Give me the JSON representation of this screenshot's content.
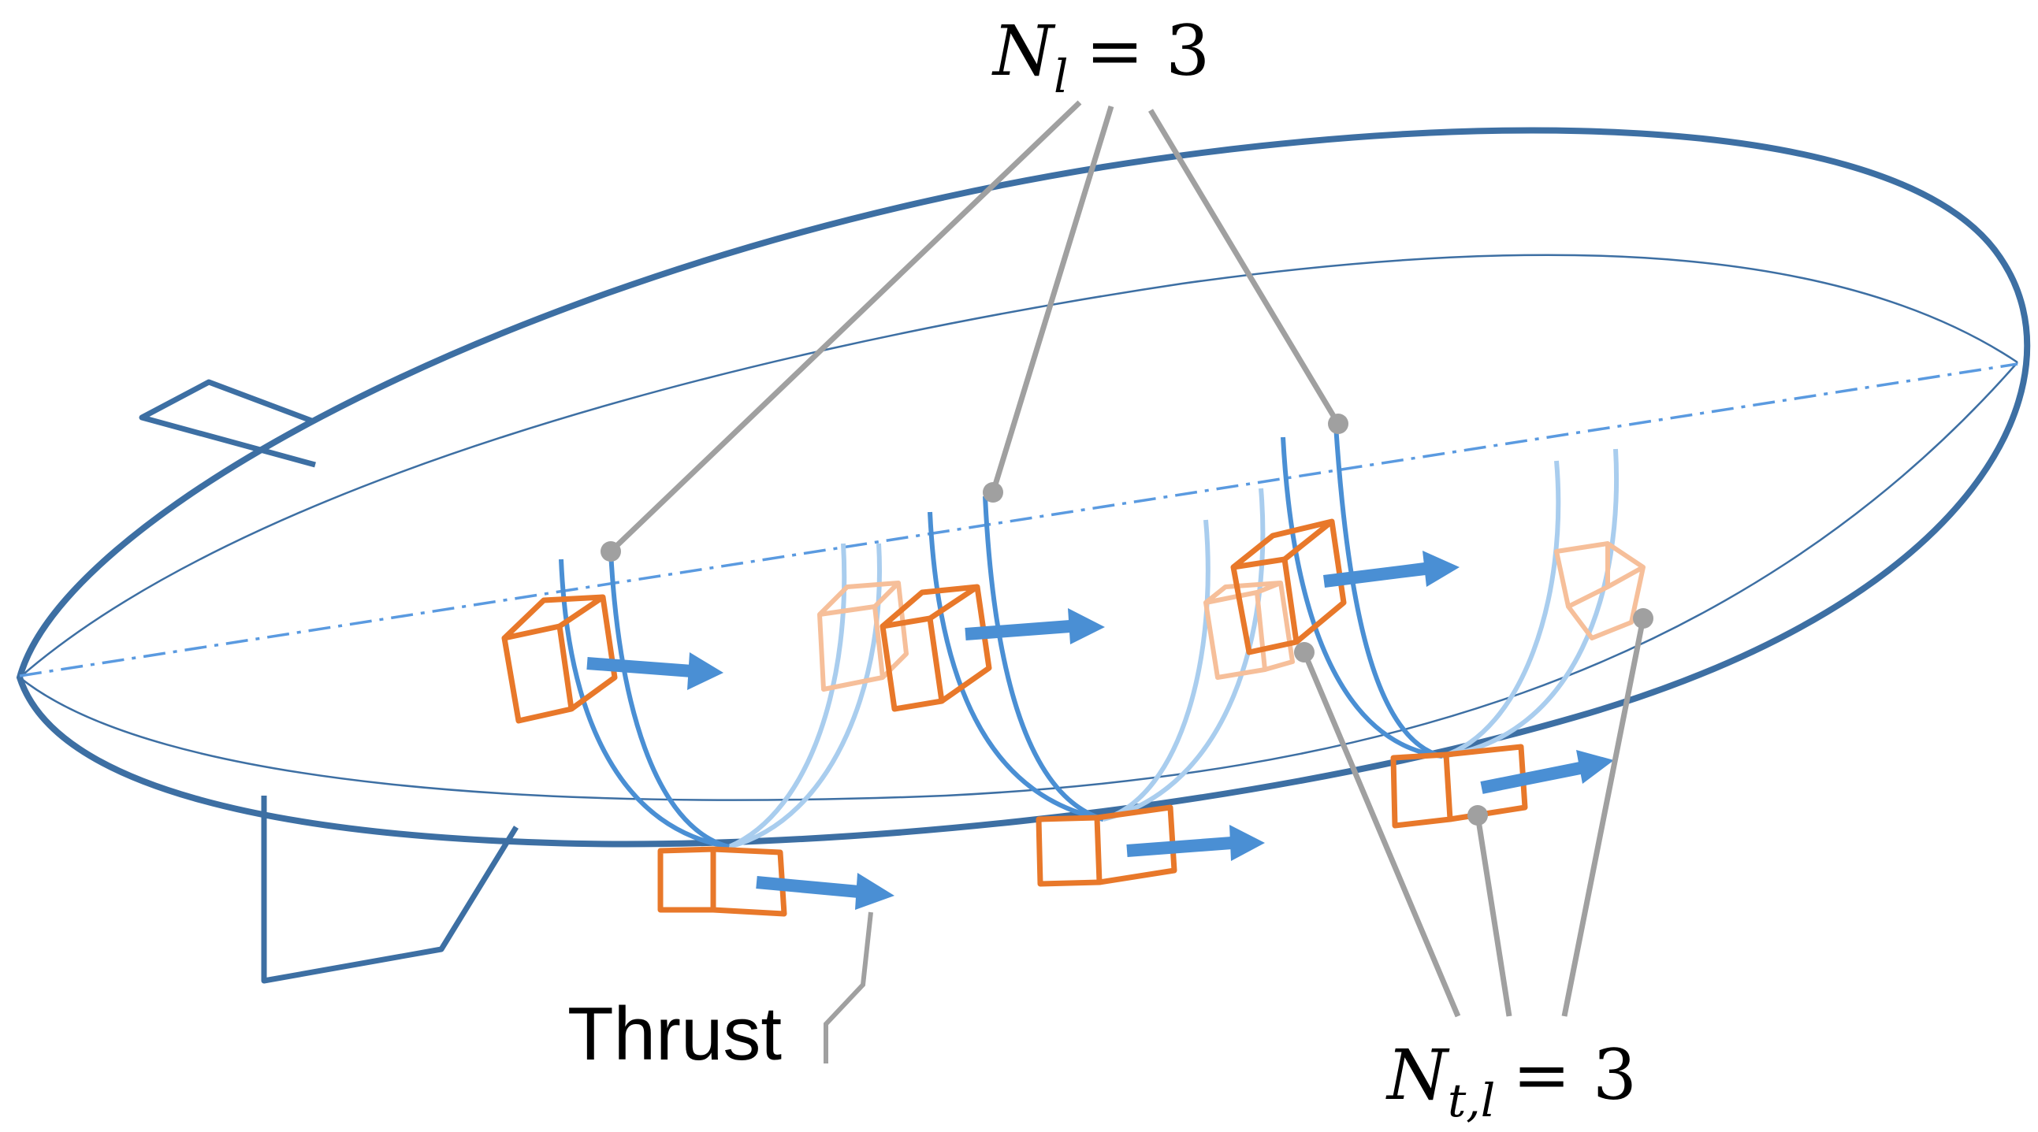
{
  "labels": {
    "n_l": {
      "symbol": "N",
      "subscript": "l",
      "equals": "= 3"
    },
    "n_tl": {
      "symbol": "N",
      "subscript": "t,l",
      "equals": "= 3"
    },
    "thrust": "Thrust"
  },
  "structure": {
    "ring_count": 3,
    "thrusters_per_ring": 3
  },
  "colors": {
    "hull": "#3d6fa3",
    "ring": "#4a8fd4",
    "ring_far": "#a9cdee",
    "thruster": "#e8782a",
    "thruster_far": "#f6bf9a",
    "arrow": "#4a8fd4",
    "leader": "#a0a0a0",
    "axis": "#5a9ae0"
  }
}
